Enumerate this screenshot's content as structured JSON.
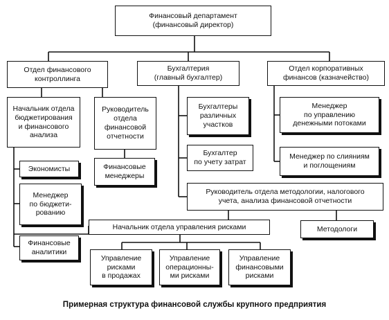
{
  "nodes": {
    "fin_dept": "Финансовый департамент\n(финансовый директор)",
    "fin_control": "Отдел финансового\nконтроллинга",
    "accounting": "Бухгалтерия\n(главный бухгалтер)",
    "corp_finance": "Отдел корпоративных\nфинансов (казначейство)",
    "budget_head": "Начальник отдела\nбюджетирования\nи финансового\nанализа",
    "reporting_head": "Руководитель\nотдела\nфинансовой\nотчетности",
    "accountants": "Бухгалтеры\nразличных\nучастков",
    "cost_accountant": "Бухгалтер\nпо учету затрат",
    "cashflow_manager": "Менеджер\nпо управлению\nденежными потоками",
    "ma_manager": "Менеджер по слияниям\nи поглощениям",
    "economists": "Экономисты",
    "fin_managers": "Финансовые\nменеджеры",
    "budget_manager": "Менеджер\nпо бюджети-\nрованию",
    "methodology_head": "Руководитель отдела методологии, налогового\nучета, анализа финансовой отчетности",
    "methodologists": "Методологи",
    "risk_head": "Начальник отдела управления рисками",
    "fin_analysts": "Финансовые\nаналитики",
    "risk_sales": "Управление\nрисками\nв продажах",
    "risk_ops": "Управление\nоперационны-\nми рисками",
    "risk_fin": "Управление\nфинансовыми\nрисками"
  },
  "caption": "Примерная структура финансовой службы крупного предприятия"
}
